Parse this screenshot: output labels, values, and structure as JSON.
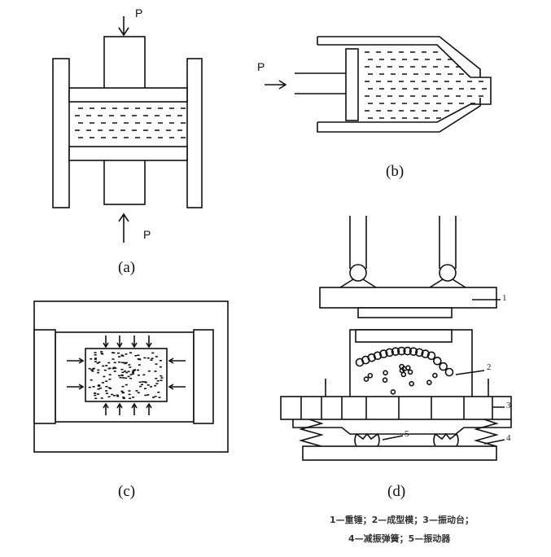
{
  "labels": {
    "a": "(a)",
    "b": "(b)",
    "c": "(c)",
    "d": "(d)"
  },
  "force": "P",
  "parts": [
    "1",
    "2",
    "3",
    "4",
    "5"
  ],
  "caption": {
    "line1": "1—重锤；2—成型模；3—振动台；",
    "line2": "4—减振弹簧；5—振动器"
  }
}
